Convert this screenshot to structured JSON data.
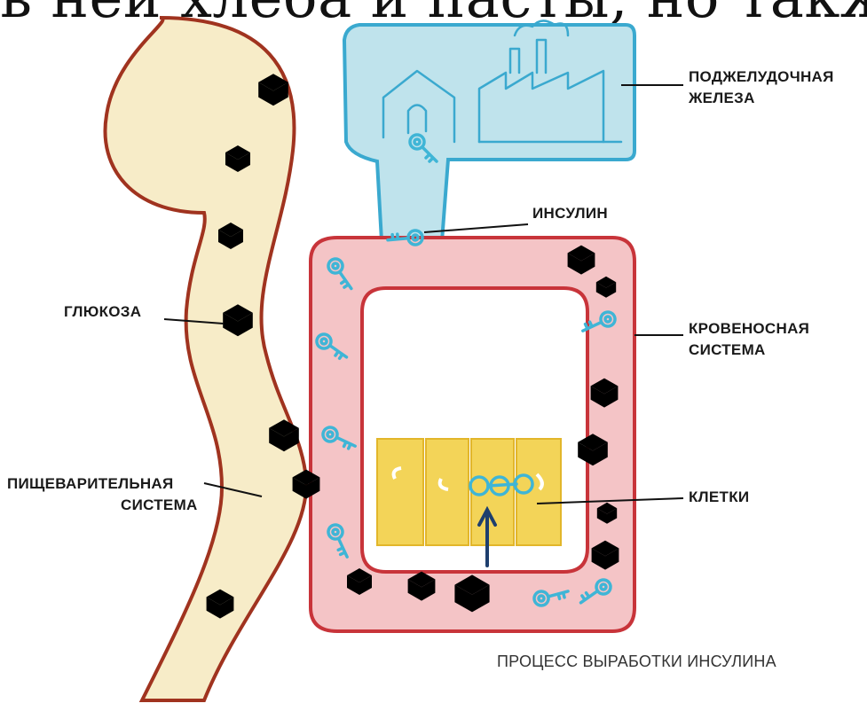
{
  "header_cutoff_text": "в ней хлеба и пасты, но также о",
  "labels": {
    "pancreas": "ПОДЖЕЛУДОЧНАЯ ЖЕЛЕЗА",
    "pancreas_line1": "ПОДЖЕЛУДОЧНАЯ",
    "pancreas_line2": "ЖЕЛЕЗА",
    "insulin": "ИНСУЛИН",
    "glucose": "ГЛЮКОЗА",
    "blood_line1": "КРОВЕНОСНАЯ",
    "blood_line2": "СИСТЕМА",
    "digestive_line1": "ПИЩЕВАРИТЕЛЬНАЯ",
    "digestive_line2": "СИСТЕМА",
    "cells": "КЛЕТКИ"
  },
  "caption": "ПРОЦЕСС ВЫРАБОТКИ ИНСУЛИНА",
  "colors": {
    "pancreas_fill": "#bfe3ec",
    "pancreas_stroke": "#3aa9cf",
    "blood_fill": "#f4c4c6",
    "blood_stroke": "#c8343a",
    "digestive_fill": "#f7ecc8",
    "digestive_stroke": "#a0331f",
    "cell_fill": "#f3d458",
    "insulin_key": "#3fb5d6",
    "arrow": "#1e3f6e"
  }
}
